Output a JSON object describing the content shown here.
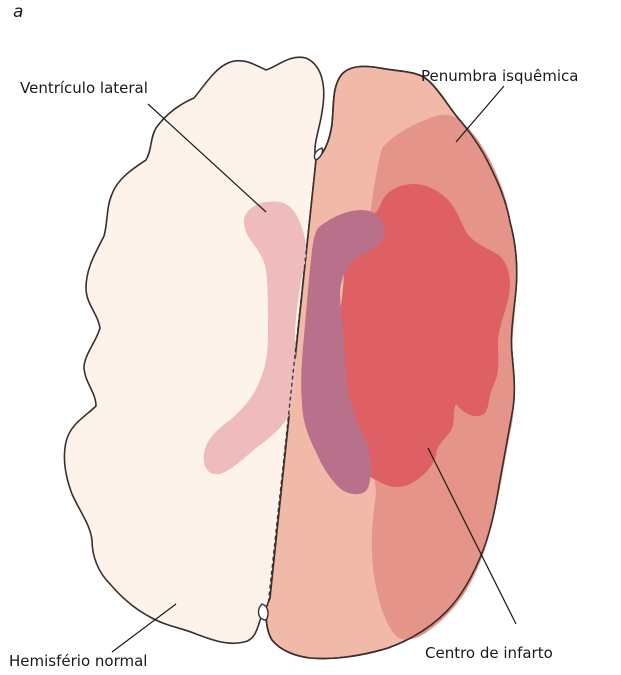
{
  "panel_letter": "a",
  "labels": {
    "lateral_ventricle": "Ventrículo lateral",
    "ischemic_penumbra": "Penumbra isquêmica",
    "normal_hemisphere": "Hemisfério normal",
    "infarct_core": "Centro de infarto"
  },
  "colors": {
    "normal_hemisphere": "#fdf3ea",
    "ventricle_normal": "#eebcbc",
    "affected_hemisphere": "#f1b9a8",
    "penumbra": "#e49488",
    "infarct_core": "#de5f64",
    "ventricle_affected": "#b9708a",
    "outline": "#3a2f2f"
  }
}
